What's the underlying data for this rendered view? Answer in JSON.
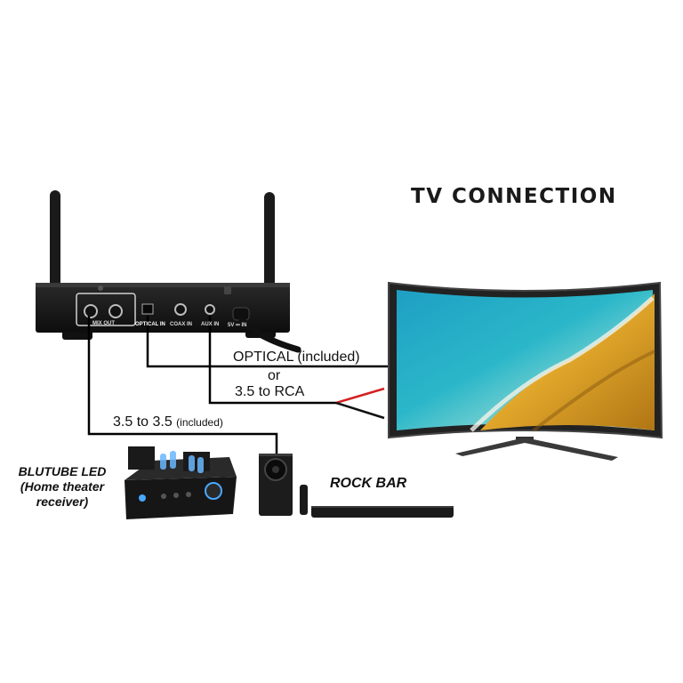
{
  "title": "TV CONNECTION",
  "ports": {
    "mix_out": "MIX OUT",
    "optical_in": "OPTICAL IN",
    "coax_in": "COAX IN",
    "aux_in": "AUX IN",
    "dc_in": "5V ⎓ IN"
  },
  "cables": {
    "optical": "OPTICAL (included)",
    "or": "or",
    "rca": "3.5 to RCA",
    "mini_main": "3.5 to 3.5",
    "mini_note": "(included)"
  },
  "devices": {
    "receiver_line1": "BLUTUBE LED",
    "receiver_line2": "(Home theater",
    "receiver_line3": "receiver)",
    "soundbar": "ROCK BAR"
  },
  "colors": {
    "rca_red": "#d42020",
    "cable": "#000000",
    "device_body": "#1c1c1c"
  }
}
